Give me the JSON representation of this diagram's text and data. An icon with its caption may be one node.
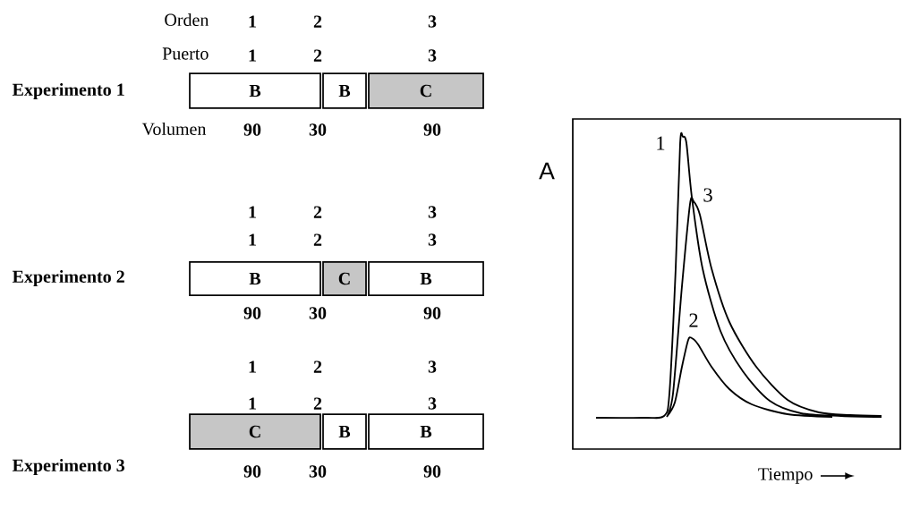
{
  "diagram": {
    "nodes": [
      {
        "text": [
          "B"
        ]
      },
      {
        "text": [
          "B"
        ]
      },
      {
        "text": [
          "C"
        ]
      },
      {
        "text": [
          "B"
        ]
      },
      {
        "text": [
          "C"
        ]
      },
      {
        "text": [
          "B"
        ]
      },
      {
        "text": [
          "C"
        ]
      },
      {
        "text": [
          "B"
        ]
      },
      {
        "text": [
          "B"
        ]
      }
    ],
    "labels": [
      "Orden",
      "1",
      "2",
      "3",
      "Puerto",
      "1",
      "2",
      "3",
      "Experimento 1",
      "Volumen",
      "90",
      "30",
      "90",
      "1",
      "2",
      "3",
      "1",
      "2",
      "3",
      "Experimento 2",
      "90",
      "30",
      "90",
      "1",
      "2",
      "3",
      "1",
      "2",
      "3",
      "Experimento 3",
      "90",
      "30",
      "90",
      "1",
      "A",
      "3",
      "2",
      "Tiempo"
    ]
  }
}
